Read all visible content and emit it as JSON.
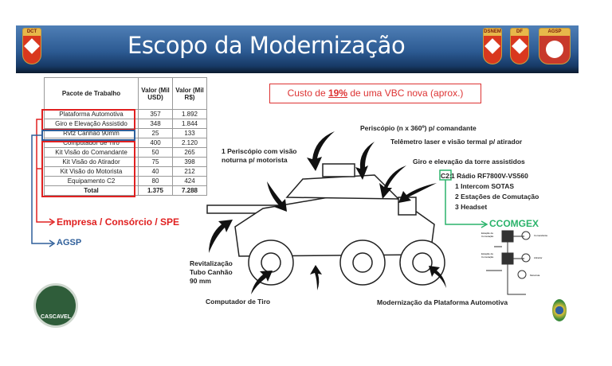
{
  "header": {
    "title": "Escopo da Modernização",
    "logos": [
      {
        "label": "DCT"
      },
      {
        "label": "DSNEM"
      },
      {
        "label": "DF"
      },
      {
        "label": "AGSP"
      }
    ]
  },
  "table": {
    "headers": [
      "Pacote de Trabalho",
      "Valor (Mil USD)",
      "Valor (Mil R$)"
    ],
    "rows": [
      [
        "Plataforma Automotiva",
        "357",
        "1.892"
      ],
      [
        "Giro e Elevação Assistido",
        "348",
        "1.844"
      ],
      [
        "Rvtz Canhão 90mm",
        "25",
        "133"
      ],
      [
        "Computador de Tiro",
        "400",
        "2.120"
      ],
      [
        "Kit Visão do Comandante",
        "50",
        "265"
      ],
      [
        "Kit Visão do Atirador",
        "75",
        "398"
      ],
      [
        "Kit Visão do Motorista",
        "40",
        "212"
      ],
      [
        "Equipamento C2",
        "80",
        "424"
      ]
    ],
    "total": [
      "Total",
      "1.375",
      "7.288"
    ]
  },
  "legend": {
    "red": "Empresa / Consórcio / SPE",
    "blue": "AGSP"
  },
  "cost": {
    "prefix": "Custo de ",
    "highlight": "19%",
    "suffix": " de uma VBC nova (aprox.)"
  },
  "callouts": {
    "driver": "1 Periscópio com visão noturna p/ motorista",
    "commander": "Periscópio (n x 360º) p/ comandante",
    "gunner": "Telêmetro laser e visão termal p/ atirador",
    "turret": "Giro e elevação da torre assistidos",
    "c2_tag": "C2:",
    "c2_items": [
      "1 Rádio RF7800V-VS560",
      "1 Intercom SOTAS",
      "2 Estações de Comutação",
      "3 Headset"
    ],
    "ccomgex": "CCOMGEX",
    "cannon": "Revitalização Tubo Canhão 90 mm",
    "fire": "Computador de Tiro",
    "platform": "Modernização da Plataforma Automotiva"
  },
  "c2_diagram": {
    "stations": [
      "Estação de Comutação",
      "Estação de Comutação"
    ],
    "crew": [
      "Comandante",
      "Atirador",
      "Motorista"
    ]
  },
  "badge": {
    "label": "CASCAVEL"
  },
  "colors": {
    "red": "#e02020",
    "blue": "#2f5f9a",
    "green": "#2bb36b",
    "header": "#2c5a92"
  }
}
